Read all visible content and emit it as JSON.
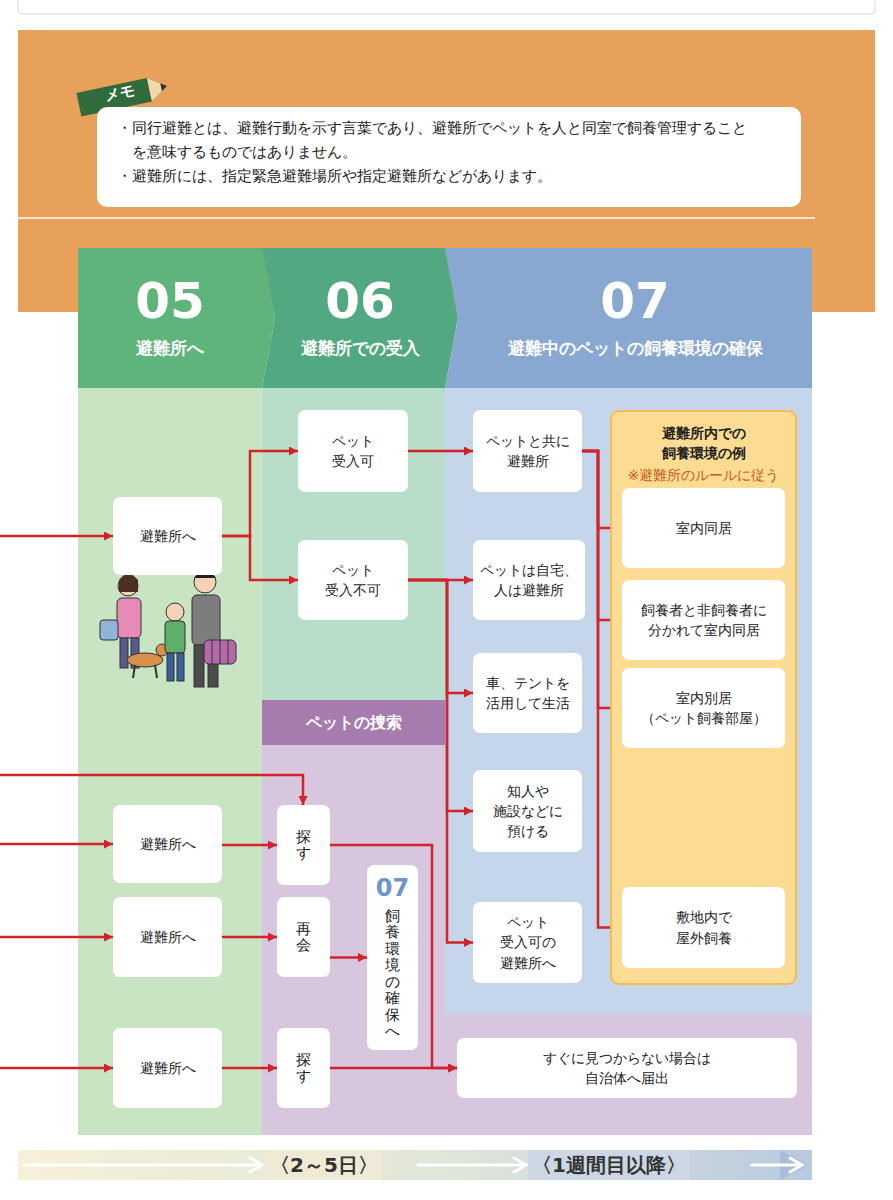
{
  "diagram": {
    "nodes": [
      {
        "text": [
          "メモ",
          "・同行避難とは、避難行動を示す言葉であり、避難所でペットを人と同室で飼養管理すること を意味するものではありません。",
          "・避難所には、指定緊急避難場所や指定避難所などがあります。"
        ]
      },
      {
        "text": [
          "05",
          "避難所へ"
        ]
      },
      {
        "text": [
          "06",
          "避難所での受入"
        ]
      },
      {
        "text": [
          "07",
          "避難中のペットの飼養環境の確保"
        ]
      },
      {
        "text": [
          "避難所へ"
        ]
      },
      {
        "text": [
          "ペット 受入可"
        ]
      },
      {
        "text": [
          "ペット 受入不可"
        ]
      },
      {
        "text": [
          "ペットと共に 避難所"
        ]
      },
      {
        "text": [
          "ペットは自宅、 人は避難所"
        ]
      },
      {
        "text": [
          "車、テントを 活用して生活"
        ]
      },
      {
        "text": [
          "知人や 施設などに 預ける"
        ]
      },
      {
        "text": [
          "ペット 受入可の 避難所へ"
        ]
      },
      {
        "text": [
          "避難所内での 飼養環境の例",
          "※避難所のルールに従う"
        ]
      },
      {
        "text": [
          "室内同居"
        ],
        "in": 12
      },
      {
        "text": [
          "飼養者と非飼養者に 分かれて室内同居"
        ],
        "in": 12
      },
      {
        "text": [
          "室内別居 （ペット飼養部屋）"
        ],
        "in": 12
      },
      {
        "text": [
          "敷地内で 屋外飼養"
        ],
        "in": 12
      },
      {
        "text": [
          "ペットの捜索"
        ]
      },
      {
        "text": [
          "避難所へ"
        ]
      },
      {
        "text": [
          "探す"
        ]
      },
      {
        "text": [
          "避難所へ"
        ]
      },
      {
        "text": [
          "再会"
        ]
      },
      {
        "text": [
          "07",
          "飼養環境の確保へ"
        ]
      },
      {
        "text": [
          "避難所へ"
        ]
      },
      {
        "text": [
          "探す"
        ]
      },
      {
        "text": [
          "すぐに見つからない場合は 自治体へ届出"
        ]
      }
    ],
    "edges": [
      {
        "from": 4,
        "to": 5,
        "arrow": "to"
      },
      {
        "from": 4,
        "to": 6,
        "arrow": "to"
      },
      {
        "from": 5,
        "to": 7,
        "arrow": "to"
      },
      {
        "from": 6,
        "to": 8,
        "arrow": "to"
      },
      {
        "from": 6,
        "to": 9,
        "arrow": "to"
      },
      {
        "from": 6,
        "to": 10,
        "arrow": "to"
      },
      {
        "from": 6,
        "to": 11,
        "arrow": "to"
      },
      {
        "from": 7,
        "to": 13,
        "arrow": "to"
      },
      {
        "from": 7,
        "to": 14,
        "arrow": "to"
      },
      {
        "from": 7,
        "to": 15,
        "arrow": "to"
      },
      {
        "from": 7,
        "to": 16,
        "arrow": "to"
      },
      {
        "from": 18,
        "to": 19,
        "arrow": "to"
      },
      {
        "from": 20,
        "to": 21,
        "arrow": "to"
      },
      {
        "from": 21,
        "to": 22,
        "arrow": "to"
      },
      {
        "from": 23,
        "to": 24,
        "arrow": "to"
      },
      {
        "from": 19,
        "to": 25,
        "arrow": "to"
      },
      {
        "from": 24,
        "to": 25,
        "arrow": "to"
      }
    ],
    "labels": [
      "〈2～5日〉",
      "〈1週間目以降〉"
    ]
  }
}
